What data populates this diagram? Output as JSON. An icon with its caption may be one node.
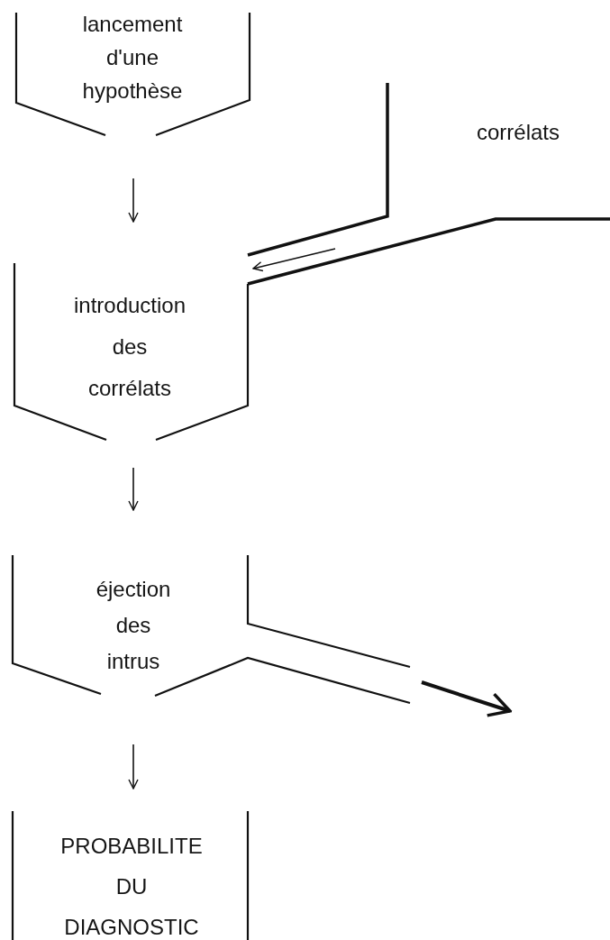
{
  "diagram": {
    "nodes": [
      {
        "text": [
          "lancement d'une hypothèse"
        ]
      },
      {
        "text": [
          "corrélats"
        ]
      },
      {
        "text": [
          "introduction des corrélats"
        ]
      },
      {
        "text": [
          "éjection des intrus"
        ]
      },
      {
        "text": [
          "PROBABILITE DU DIAGNOSTIC"
        ]
      }
    ],
    "edges": [
      {
        "from": 0,
        "to": 2,
        "arrow": "to"
      },
      {
        "from": 1,
        "to": 2,
        "arrow": "to"
      },
      {
        "from": 2,
        "to": 3,
        "arrow": "to"
      },
      {
        "from": 3,
        "to": null,
        "arrow": "to",
        "style": "thick"
      },
      {
        "from": 3,
        "to": 4,
        "arrow": "to"
      }
    ]
  }
}
